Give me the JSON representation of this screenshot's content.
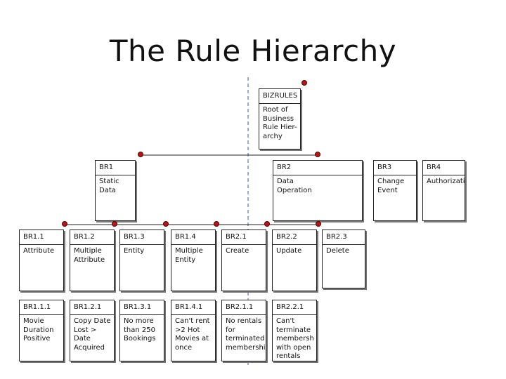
{
  "title": "The Rule Hierarchy",
  "nodes": {
    "root": {
      "id": "BIZRULES",
      "desc": "Root of\nBusiness\nRule Hier-\narchy"
    },
    "br1": {
      "id": "BR1",
      "desc": "Static\nData"
    },
    "br2": {
      "id": "BR2",
      "desc": "Data\nOperation"
    },
    "br3": {
      "id": "BR3",
      "desc": "Change\nEvent"
    },
    "br4": {
      "id": "BR4",
      "desc": "Authorizati"
    },
    "br11": {
      "id": "BR1.1",
      "desc": "Attribute"
    },
    "br12": {
      "id": "BR1.2",
      "desc": "Multiple\nAttribute"
    },
    "br13": {
      "id": "BR1.3",
      "desc": "Entity"
    },
    "br14": {
      "id": "BR1.4",
      "desc": "Multiple\nEntity"
    },
    "br21": {
      "id": "BR2.1",
      "desc": "Create"
    },
    "br22": {
      "id": "BR2.2",
      "desc": "Update"
    },
    "br23": {
      "id": "BR2.3",
      "desc": "Delete"
    },
    "br111": {
      "id": "BR1.1.1",
      "desc": "Movie\nDuration\nPositive"
    },
    "br121": {
      "id": "BR1.2.1",
      "desc": "Copy Date\nLost >\nDate\nAcquired"
    },
    "br131": {
      "id": "BR1.3.1",
      "desc": "No more\nthan 250\nBookings"
    },
    "br141": {
      "id": "BR1.4.1",
      "desc": "Can't rent\n>2 Hot\nMovies at\nonce"
    },
    "br211": {
      "id": "BR2.1.1",
      "desc": "No rentals\nfor\nterminated\nmembershi"
    },
    "br221": {
      "id": "BR2.2.1",
      "desc": "Can't\nterminate\nmembersh\nwith open\nrentals"
    }
  }
}
